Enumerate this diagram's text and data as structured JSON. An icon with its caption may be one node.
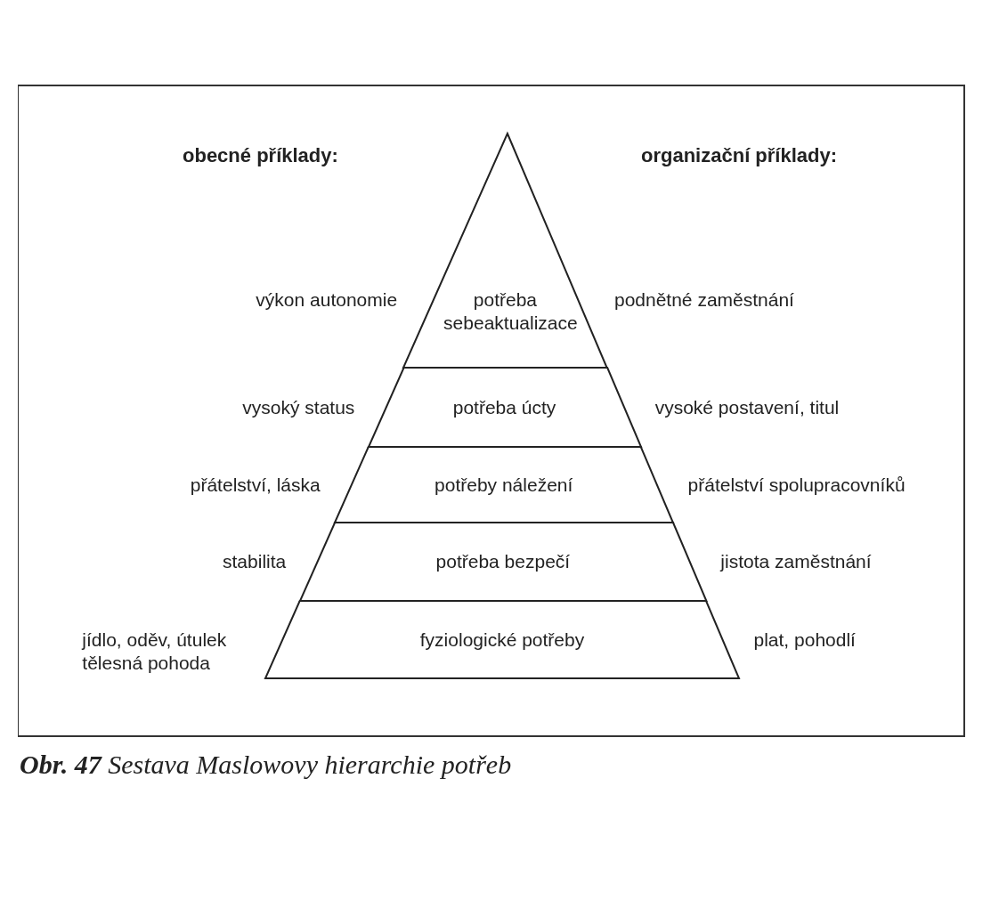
{
  "diagram": {
    "caption": "**Obr. 47** Sestava Maslowovy hierarchie potřeb",
    "nodes": [
      {
        "text": [
          "potřeba sebeaktualizace"
        ],
        "beside": [
          "výkon autonomie",
          "podnětné zaměstnání"
        ]
      },
      {
        "text": [
          "potřeba úcty"
        ],
        "beside": [
          "vysoký status",
          "vysoké postavení, titul"
        ]
      },
      {
        "text": [
          "potřeby náležení"
        ],
        "beside": [
          "přátelství, láska",
          "přátelství spolupracovníků"
        ]
      },
      {
        "text": [
          "potřeba bezpečí"
        ],
        "beside": [
          "stabilita",
          "jistota zaměstnání"
        ]
      },
      {
        "text": [
          "fyziologické potřeby"
        ],
        "beside": [
          "jídlo, oděv, útulek tělesná pohoda",
          "plat, pohodlí"
        ]
      }
    ],
    "labels": [
      "obecné příklady:",
      "organizační příklady:"
    ]
  }
}
